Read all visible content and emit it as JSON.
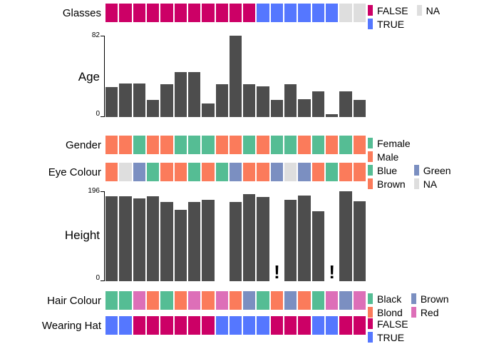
{
  "rows": {
    "glasses": {
      "label": "Glasses",
      "values": [
        "FALSE",
        "FALSE",
        "FALSE",
        "FALSE",
        "FALSE",
        "FALSE",
        "FALSE",
        "FALSE",
        "FALSE",
        "FALSE",
        "FALSE",
        "TRUE",
        "TRUE",
        "TRUE",
        "TRUE",
        "TRUE",
        "TRUE",
        "NA",
        "NA"
      ],
      "legend": [
        {
          "label": "FALSE",
          "color": "#CC0066"
        },
        {
          "label": "NA",
          "color": "#DEDEDE"
        },
        {
          "label": "TRUE",
          "color": "#5577FF"
        }
      ],
      "palette": {
        "FALSE": "#CC0066",
        "TRUE": "#5577FF",
        "NA": "#DEDEDE"
      }
    },
    "gender": {
      "label": "Gender",
      "values": [
        "Male",
        "Male",
        "Female",
        "Male",
        "Male",
        "Female",
        "Female",
        "Female",
        "Male",
        "Male",
        "Female",
        "Male",
        "Female",
        "Female",
        "Male",
        "Female",
        "Male",
        "Female",
        "Male"
      ],
      "legend": [
        {
          "label": "Female",
          "color": "#55BD94"
        },
        {
          "label": "Male",
          "color": "#FB7B5B"
        }
      ],
      "palette": {
        "Female": "#55BD94",
        "Male": "#FB7B5B"
      }
    },
    "eye_colour": {
      "label": "Eye Colour",
      "values": [
        "Brown",
        "NA",
        "Green",
        "Blue",
        "Brown",
        "Brown",
        "Blue",
        "Brown",
        "Blue",
        "Green",
        "Brown",
        "Brown",
        "Green",
        "NA",
        "Green",
        "Brown",
        "Blue",
        "Brown",
        "Brown"
      ],
      "legend": [
        {
          "label": "Blue",
          "color": "#55BD94"
        },
        {
          "label": "Green",
          "color": "#7B8FC1"
        },
        {
          "label": "Brown",
          "color": "#FB7B5B"
        },
        {
          "label": "NA",
          "color": "#DEDEDE"
        }
      ],
      "palette": {
        "Blue": "#55BD94",
        "Green": "#7B8FC1",
        "Brown": "#FB7B5B",
        "NA": "#DEDEDE"
      }
    },
    "hair_colour": {
      "label": "Hair Colour",
      "values": [
        "Black",
        "Black",
        "Red",
        "Blond",
        "Black",
        "Blond",
        "Red",
        "Blond",
        "Red",
        "Blond",
        "Brown",
        "Black",
        "Blond",
        "Brown",
        "Blond",
        "Black",
        "Red",
        "Brown",
        "Red"
      ],
      "legend": [
        {
          "label": "Black",
          "color": "#55BD94"
        },
        {
          "label": "Brown",
          "color": "#7B8FC1"
        },
        {
          "label": "Blond",
          "color": "#FB7B5B"
        },
        {
          "label": "Red",
          "color": "#DD6FB8"
        }
      ],
      "palette": {
        "Black": "#55BD94",
        "Brown": "#7B8FC1",
        "Blond": "#FB7B5B",
        "Red": "#DD6FB8"
      }
    },
    "wearing_hat": {
      "label": "Wearing Hat",
      "values": [
        "TRUE",
        "TRUE",
        "FALSE",
        "FALSE",
        "FALSE",
        "FALSE",
        "FALSE",
        "FALSE",
        "TRUE",
        "TRUE",
        "TRUE",
        "TRUE",
        "FALSE",
        "FALSE",
        "FALSE",
        "TRUE",
        "TRUE",
        "FALSE",
        "FALSE"
      ],
      "legend": [
        {
          "label": "FALSE",
          "color": "#CC0066"
        },
        {
          "label": "TRUE",
          "color": "#5577FF"
        }
      ],
      "palette": {
        "FALSE": "#CC0066",
        "TRUE": "#5577FF"
      }
    }
  },
  "chart_data": [
    {
      "type": "bar",
      "name": "age",
      "title": "Age",
      "ylabel": "Age",
      "ylim": [
        0,
        82
      ],
      "ticks": [
        0,
        82
      ],
      "tick_labels": [
        "0",
        "82"
      ],
      "bar_color": "#4d4d4d",
      "grid": false,
      "n": 19,
      "values": [
        30,
        34,
        34,
        17,
        33,
        45,
        45,
        14,
        33,
        82,
        33,
        31,
        17,
        33,
        18,
        26,
        3,
        26,
        17
      ]
    },
    {
      "type": "bar",
      "name": "height",
      "title": "Height",
      "ylabel": "Height",
      "ylim": [
        0,
        196
      ],
      "ticks": [
        0,
        196
      ],
      "tick_labels": [
        "0",
        "196"
      ],
      "bar_color": "#4d4d4d",
      "grid": false,
      "n": 19,
      "values": [
        185,
        185,
        180,
        185,
        172,
        156,
        172,
        177,
        null,
        173,
        190,
        184,
        "!",
        178,
        186,
        152,
        "!",
        196,
        174
      ],
      "missing_marker": "!",
      "missing_marker_positions": [
        13,
        17
      ],
      "blank_positions": [
        9
      ]
    }
  ]
}
